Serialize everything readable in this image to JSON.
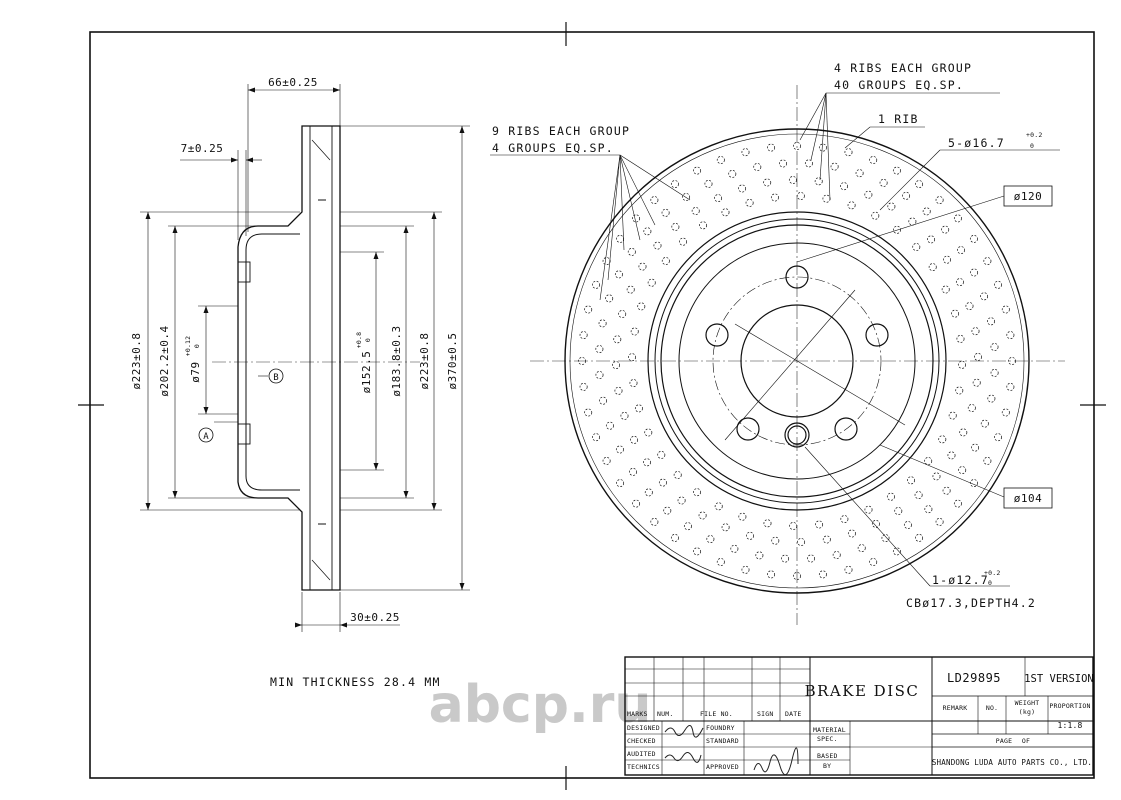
{
  "side_view": {
    "dims": {
      "overall_thickness": "66±0.25",
      "hat_wall": "7±0.25",
      "hub_to_face": "30±0.25",
      "d223_left": "ø223±0.8",
      "d202": "ø202.2±0.4",
      "d79": "ø79",
      "d79_tol": "+0.12",
      "d79_tol2": "0",
      "d152": "ø152.5",
      "d152_tol": "+0.8",
      "d152_tol2": "0",
      "d183": "ø183.8±0.3",
      "d223_right": "ø223±0.8",
      "d370": "ø370±0.5"
    },
    "datum_a": "A",
    "datum_b": "B"
  },
  "front_view": {
    "callouts": {
      "ribs4_line1": "4 RIBS EACH GROUP",
      "ribs4_line2": "40 GROUPS EQ.SP.",
      "ribs9_line1": "9 RIBS EACH GROUP",
      "ribs9_line2": "4 GROUPS EQ.SP.",
      "one_rib": "1 RIB",
      "bolt_holes": "5-ø16.7",
      "bolt_holes_tol": "+0.2",
      "bolt_holes_tol2": "0",
      "pcd120": "ø120",
      "d104": "ø104",
      "loc_hole": "1-ø12.7",
      "loc_hole_tol": "+0.2",
      "loc_hole_tol2": "0",
      "counterbore": "CBø17.3,DEPTH4.2"
    }
  },
  "notes": {
    "min_thickness": "MIN THICKNESS 28.4 MM"
  },
  "watermark": "abcp.ru",
  "title_block": {
    "title": "BRAKE DISC",
    "part_no": "LD29895",
    "version": "1ST VERSION",
    "cols": {
      "marks": "MARKS",
      "num": "NUM.",
      "file_no": "FILE NO.",
      "sign": "SIGN",
      "date": "DATE"
    },
    "rows": {
      "designed": "DESIGNED",
      "checked": "CHECKED",
      "audited": "AUDITED",
      "technics": "TECHNICS"
    },
    "mid": {
      "foundry": "FOUNDRY",
      "standard": "STANDARD",
      "approved": "APPROVED"
    },
    "material_1": "MATERIAL",
    "material_2": "SPEC.",
    "based_1": "BASED",
    "based_2": "BY",
    "remark": "REMARK",
    "no": "NO.",
    "weight_1": "WEIGHT",
    "weight_2": "(kg)",
    "proportion": "PROPORTION",
    "scale": "1:1.8",
    "page": "PAGE",
    "of": "OF",
    "company": "SHANDONG LUDA AUTO PARTS CO., LTD."
  }
}
